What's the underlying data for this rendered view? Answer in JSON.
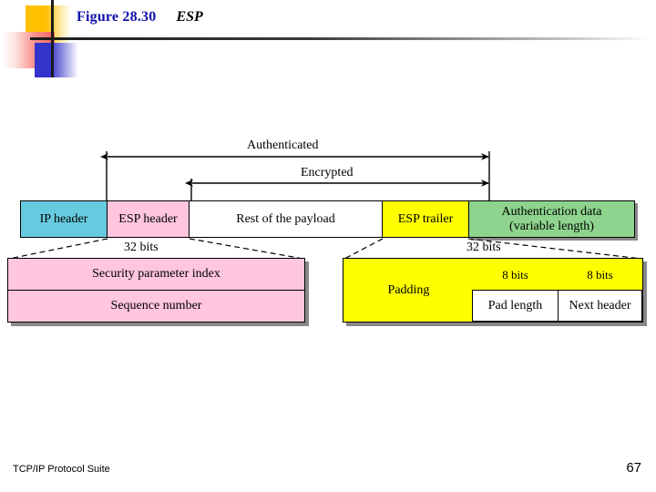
{
  "slide": {
    "title_figure": "Figure 28.30",
    "title_subject": "ESP"
  },
  "diagram": {
    "span_labels": {
      "authenticated": "Authenticated",
      "encrypted": "Encrypted"
    },
    "packet_segments": [
      {
        "label": "IP header",
        "color": "#67cbe0"
      },
      {
        "label": "ESP header",
        "color": "#ffc6dd"
      },
      {
        "label": "Rest of the payload",
        "color": "#ffffff"
      },
      {
        "label": "ESP trailer",
        "color": "#ffff00"
      },
      {
        "label": "Authentication data\n(variable length)",
        "color": "#8ed48e"
      }
    ],
    "segment_auth_line1": "Authentication data",
    "segment_auth_line2": "(variable length)",
    "width_caption_left": "32 bits",
    "width_caption_right": "32 bits",
    "esp_header_detail": {
      "row1": "Security parameter index",
      "row2": "Sequence number"
    },
    "esp_trailer_detail": {
      "padding": "Padding",
      "pad_length": "Pad length",
      "next_header": "Next header",
      "bits_pad_length": "8 bits",
      "bits_next_header": "8 bits"
    }
  },
  "footer": {
    "book_title": "TCP/IP Protocol Suite",
    "page_number": "67"
  }
}
